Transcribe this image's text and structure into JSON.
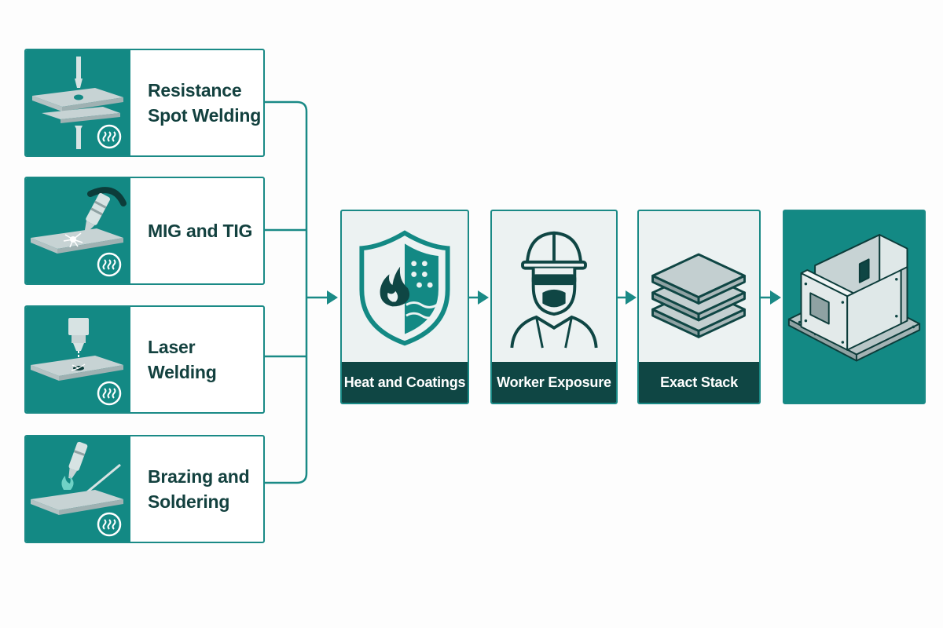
{
  "processes": [
    {
      "label": "Resistance\nSpot Welding",
      "icon": "spot-welding-icon"
    },
    {
      "label": "MIG and TIG",
      "icon": "mig-tig-torch-icon"
    },
    {
      "label": "Laser Welding",
      "icon": "laser-welding-icon"
    },
    {
      "label": "Brazing and\nSoldering",
      "icon": "brazing-torch-icon"
    }
  ],
  "stages": [
    {
      "caption": "Heat and Coatings",
      "icon": "shield-flame-coating-icon"
    },
    {
      "caption": "Worker Exposure",
      "icon": "worker-respirator-icon"
    },
    {
      "caption": "Exact Stack",
      "icon": "stacked-sheets-icon"
    }
  ],
  "result": {
    "icon": "sheet-metal-enclosure-icon"
  },
  "colors": {
    "teal": "#138984",
    "border": "#1a8a86",
    "dark_teal": "#0f4644",
    "text": "#13413f",
    "stage_bg": "#ecf2f2"
  }
}
